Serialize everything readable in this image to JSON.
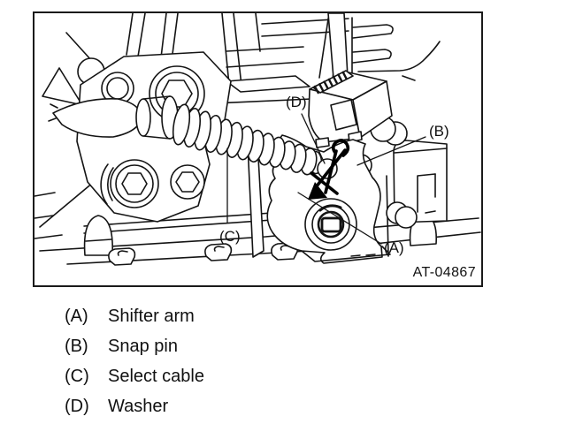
{
  "figure": {
    "ref_code": "AT-04867",
    "callouts": {
      "a": "(A)",
      "b": "(B)",
      "c": "(C)",
      "d": "(D)"
    }
  },
  "legend": {
    "items": [
      {
        "tag": "(A)",
        "label": "Shifter arm"
      },
      {
        "tag": "(B)",
        "label": "Snap pin"
      },
      {
        "tag": "(C)",
        "label": "Select cable"
      },
      {
        "tag": "(D)",
        "label": "Washer"
      }
    ]
  },
  "colors": {
    "line": "#141414",
    "background": "#ffffff"
  }
}
